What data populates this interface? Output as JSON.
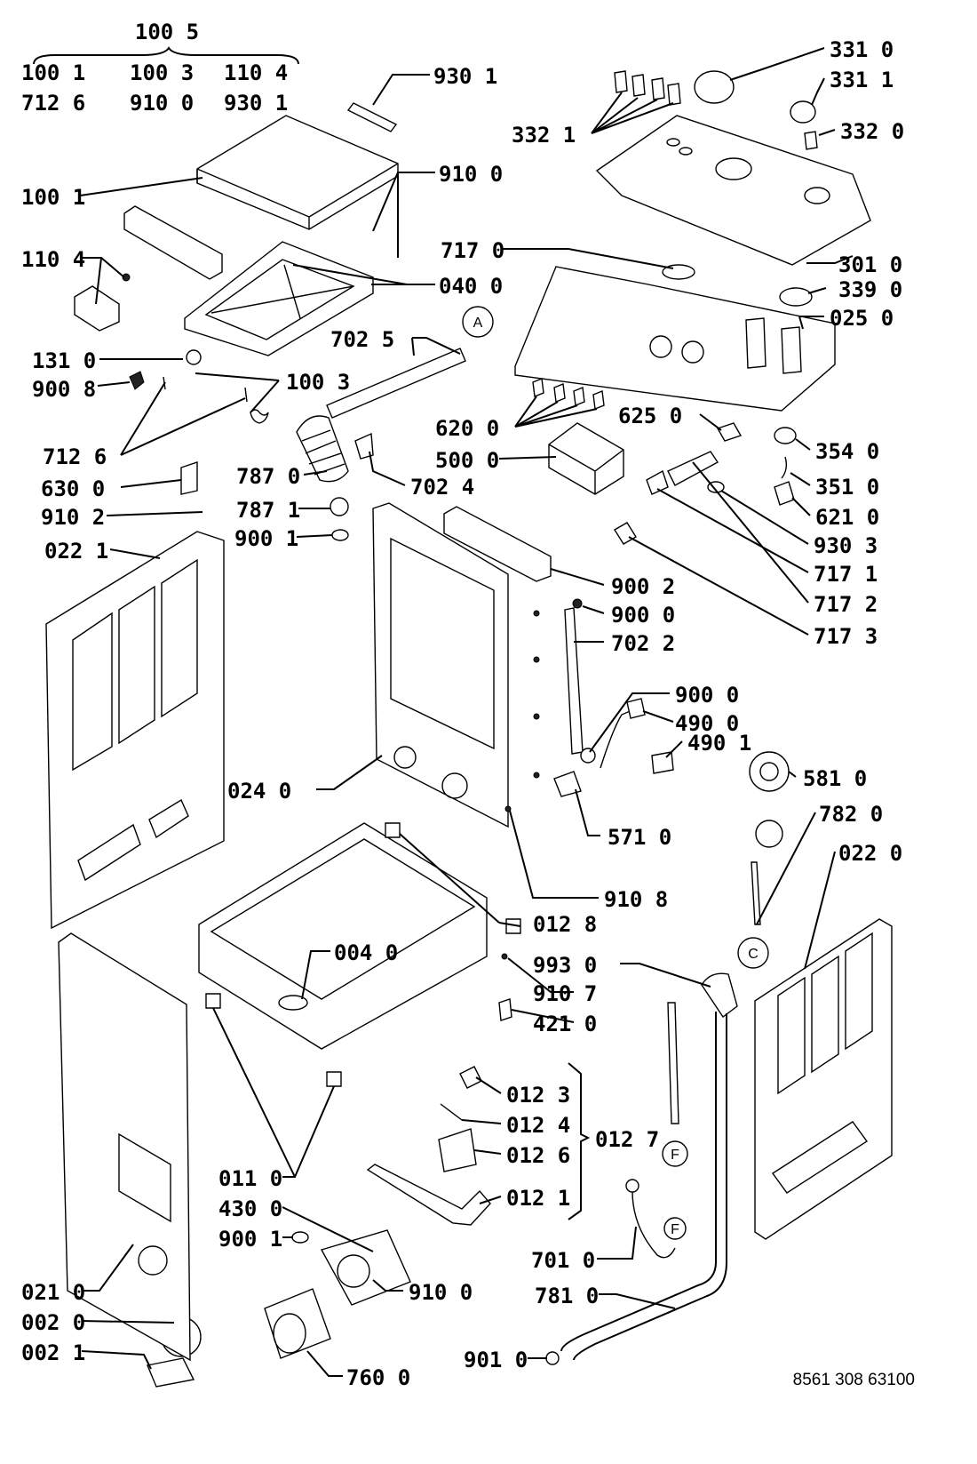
{
  "header": {
    "group_code": "100 5",
    "group_members": [
      "100 1",
      "100 3",
      "110 4",
      "712 6",
      "910 0",
      "930 1"
    ]
  },
  "callouts": {
    "c930_1_top": "930 1",
    "c100_1": "100 1",
    "c910_0_top": "910 0",
    "c110_4": "110 4",
    "c040_0": "040 0",
    "c717_0": "717 0",
    "c702_5": "702 5",
    "c131_0": "131 0",
    "c900_8": "900 8",
    "c100_3": "100 3",
    "c712_6": "712 6",
    "c787_0": "787 0",
    "c702_4": "702 4",
    "c630_0": "630 0",
    "c787_1": "787 1",
    "c910_2": "910 2",
    "c900_1_top": "900 1",
    "c022_1": "022 1",
    "c331_0": "331 0",
    "c331_1": "331 1",
    "c332_1": "332 1",
    "c332_0": "332 0",
    "c301_0": "301 0",
    "c339_0": "339 0",
    "c025_0": "025 0",
    "c620_0": "620 0",
    "c625_0": "625 0",
    "c500_0": "500 0",
    "c354_0": "354 0",
    "c351_0": "351 0",
    "c621_0": "621 0",
    "c930_3": "930 3",
    "c717_1": "717 1",
    "c717_2": "717 2",
    "c717_3": "717 3",
    "c900_2": "900 2",
    "c900_0_a": "900 0",
    "c702_2": "702 2",
    "c900_0_b": "900 0",
    "c490_0": "490 0",
    "c490_1": "490 1",
    "c581_0": "581 0",
    "c782_0": "782 0",
    "c022_0": "022 0",
    "c024_0": "024 0",
    "c571_0": "571 0",
    "c910_8": "910 8",
    "c012_8": "012 8",
    "c004_0": "004 0",
    "c993_0": "993 0",
    "c910_7": "910 7",
    "c421_0": "421 0",
    "c012_3": "012 3",
    "c012_4": "012 4",
    "c012_7": "012 7",
    "c012_6": "012 6",
    "c012_1": "012 1",
    "c011_0": "011 0",
    "c430_0": "430 0",
    "c900_1_bottom": "900 1",
    "c701_0": "701 0",
    "c021_0": "021 0",
    "c910_0_bottom": "910 0",
    "c781_0": "781 0",
    "c002_0": "002 0",
    "c002_1": "002 1",
    "c760_0": "760 0",
    "c901_0": "901 0"
  },
  "markers": {
    "a": "A",
    "c": "C",
    "f1": "F",
    "f2": "F"
  },
  "footer": {
    "drawing_number": "8561 308 63100"
  }
}
